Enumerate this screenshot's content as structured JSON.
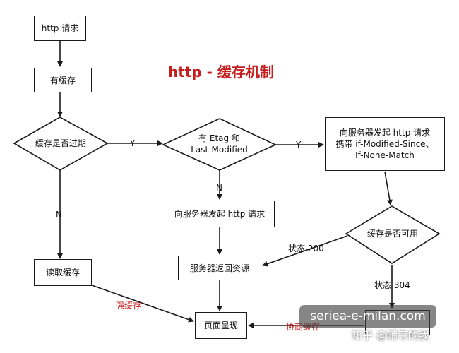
{
  "title": "http - 缓存机制",
  "nodes": {
    "http_request": "http 请求",
    "has_cache": "有缓存",
    "cache_expired": "缓存是否过期",
    "has_etag": "有 Etag 和\nLast-Modified",
    "send_with_headers": "向服务器发起 http 请求\n携带 if-Modified-Since、\nIf-None-Match",
    "send_request": "向服务器发起 http 请求",
    "cache_available": "缓存是否可用",
    "read_cache": "读取缓存",
    "server_returns": "服务器返回资源",
    "page_render": "页面呈现"
  },
  "edges": {
    "yes_1": "Y",
    "yes_2": "Y",
    "no_1": "N",
    "no_2": "N",
    "status_200": "状态 200",
    "status_304": "状态 304",
    "strong_cache": "强缓存",
    "negotiated_cache": "协商缓存"
  },
  "watermark": {
    "site": "seriea-e-milan.com",
    "author": "知乎 @辅寺的我"
  },
  "colors": {
    "title": "#c41e1e",
    "edge_label_red": "#c81e1e",
    "line": "#1a1a1a"
  }
}
